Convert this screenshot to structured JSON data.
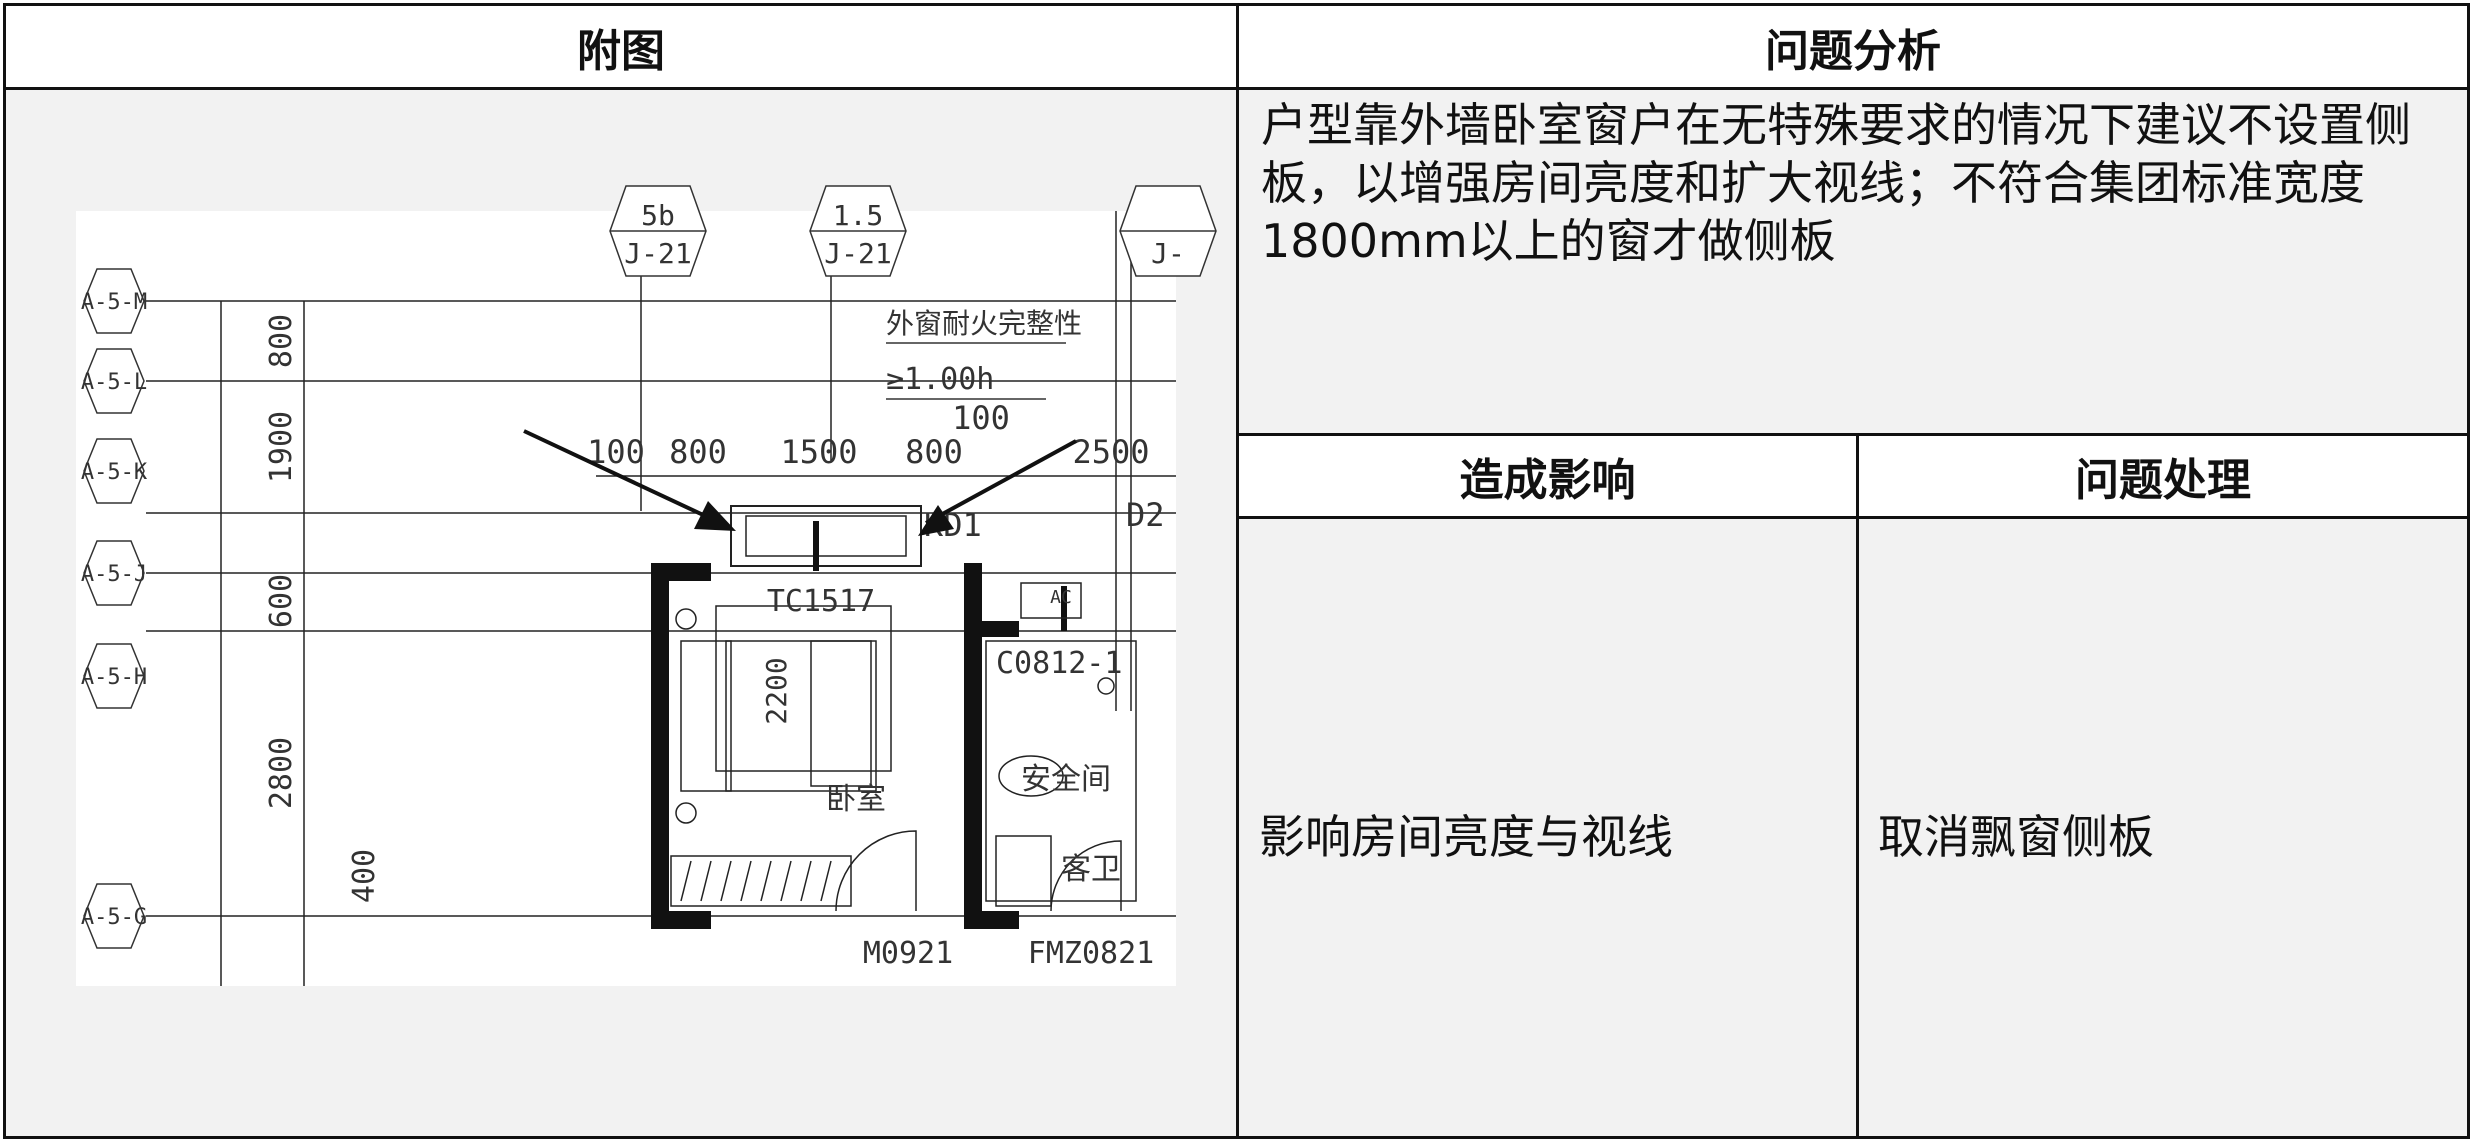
{
  "table": {
    "header_left": "附图",
    "header_right": "问题分析",
    "analysis_text": "户型靠外墙卧室窗户在无特殊要求的情况下建议不设置侧板，以增强房间亮度和扩大视线；不符合集团标准宽度1800mm以上的窗才做侧板",
    "impact_header": "造成影响",
    "handling_header": "问题处理",
    "impact_text": "影响房间亮度与视线",
    "handling_text": "取消飘窗侧板"
  },
  "drawing": {
    "axis_labels": [
      "A-5-M",
      "A-5-L",
      "A-5-K",
      "A-5-J",
      "A-5-H",
      "A-5-G"
    ],
    "top_tags": [
      "J-21",
      "J-21",
      "J-"
    ],
    "top_tag_numbers": [
      "5b",
      "1.5"
    ],
    "dim_vertical": [
      "800",
      "1900",
      "600",
      "2800",
      "400"
    ],
    "dim_horizontal": [
      "100",
      "800",
      "1500",
      "800",
      "100",
      "2500"
    ],
    "note_fire": "外窗耐火完整性",
    "note_fire_value": "≥1.00h",
    "labels": {
      "kd": "KD1",
      "d2": "D2",
      "window": "TC1517",
      "window_height": "2200",
      "bedroom": "卧室",
      "c0812": "C0812-1",
      "safe_room": "安全间",
      "guest_wc": "客卫",
      "door_m": "M0921",
      "door_fm": "FMZ0821",
      "ac": "AC"
    }
  }
}
